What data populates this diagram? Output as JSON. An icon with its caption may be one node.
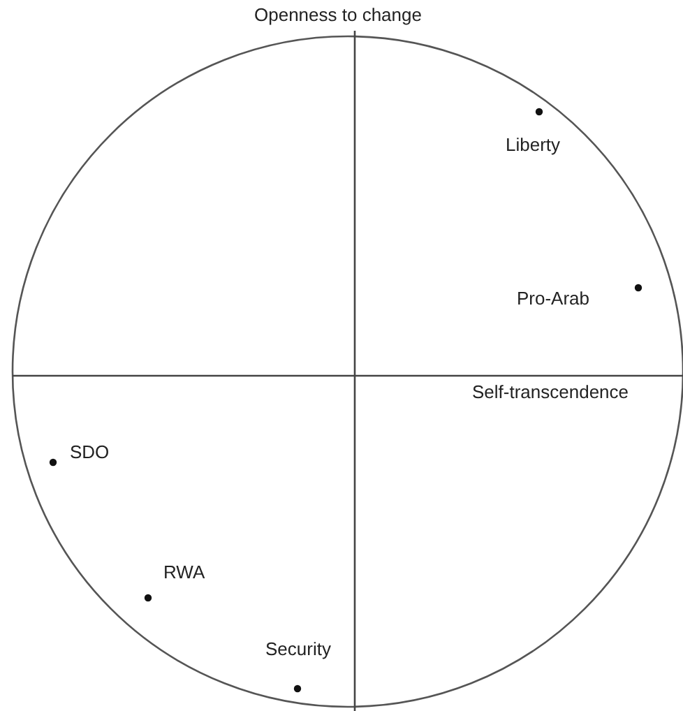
{
  "diagram": {
    "labels": [
      "Openness to change",
      "Liberty",
      "Pro-Arab",
      "Self-transcendence",
      "SDO",
      "RWA",
      "Security"
    ]
  }
}
